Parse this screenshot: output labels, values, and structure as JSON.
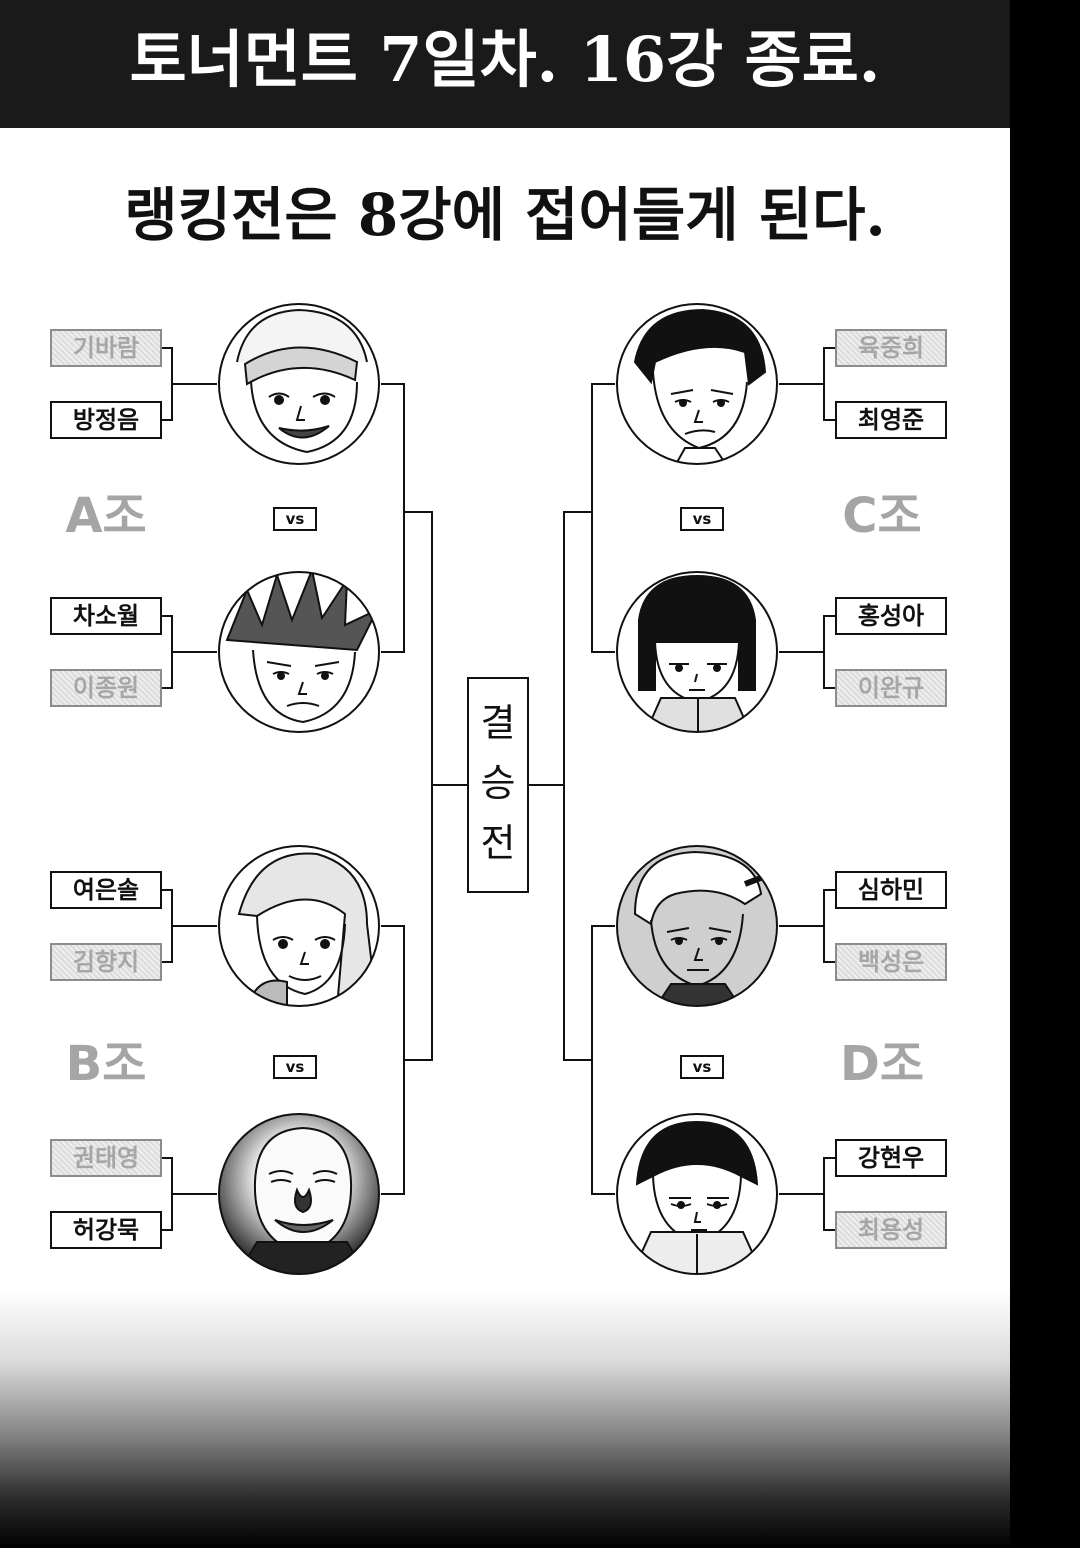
{
  "banner": {
    "title": "토너먼트 7일차. 16강 종료."
  },
  "subtitle": "랭킹전은 8강에 접어들게 된다.",
  "final_label": [
    "결",
    "승",
    "전"
  ],
  "vs_label": "vs",
  "groups": {
    "a": {
      "label": "A조",
      "match1": {
        "loser": "기바람",
        "winner": "방정음"
      },
      "match2": {
        "winner": "차소월",
        "loser": "이종원"
      }
    },
    "b": {
      "label": "B조",
      "match1": {
        "winner": "여은솔",
        "loser": "김향지"
      },
      "match2": {
        "loser": "권태영",
        "winner": "허강묵"
      }
    },
    "c": {
      "label": "C조",
      "match1": {
        "loser": "육중희",
        "winner": "최영준"
      },
      "match2": {
        "winner": "홍성아",
        "loser": "이완규"
      }
    },
    "d": {
      "label": "D조",
      "match1": {
        "winner": "심하민",
        "loser": "백성은"
      },
      "match2": {
        "winner": "강현우",
        "loser": "최용성"
      }
    }
  },
  "colors": {
    "banner_bg": "#1a1a1a",
    "eliminated_text": "#a6a6a6",
    "group_label": "#a5a5a5"
  }
}
